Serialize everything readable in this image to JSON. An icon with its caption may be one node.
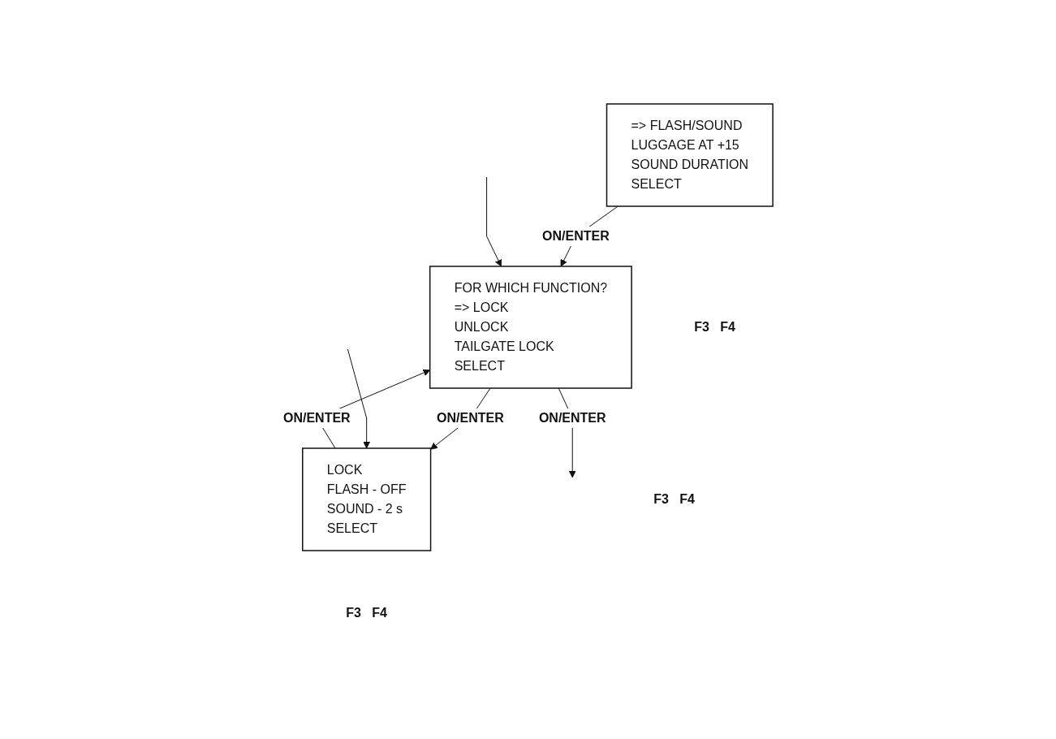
{
  "diagram": {
    "nodes": [
      {
        "text": [
          "=> FLASH/SOUND",
          "LUGGAGE AT +15",
          "SOUND DURATION",
          "SELECT"
        ],
        "beside": [
          "F3",
          "F4"
        ]
      },
      {
        "text": [
          "FOR WHICH FUNCTION?",
          "=> LOCK",
          "UNLOCK",
          "TAILGATE LOCK",
          "SELECT"
        ],
        "beside": [
          "F3",
          "F4"
        ]
      },
      {
        "text": [
          "LOCK",
          "FLASH - OFF",
          "SOUND - 2 s",
          "SELECT"
        ],
        "beside": [
          "F3",
          "F4"
        ]
      }
    ],
    "edges": [
      {
        "from": 0,
        "to": 1,
        "arrow": "to",
        "label": "ON/ENTER"
      },
      {
        "from": null,
        "to": 1,
        "arrow": "to"
      },
      {
        "from": 1,
        "to": null,
        "arrow": "to",
        "label": "ON/ENTER"
      },
      {
        "from": 1,
        "to": 2,
        "arrow": "to",
        "label": "ON/ENTER"
      },
      {
        "from": null,
        "to": 2,
        "arrow": "to"
      },
      {
        "from": 2,
        "to": 1,
        "arrow": "to",
        "label": "ON/ENTER"
      }
    ]
  }
}
